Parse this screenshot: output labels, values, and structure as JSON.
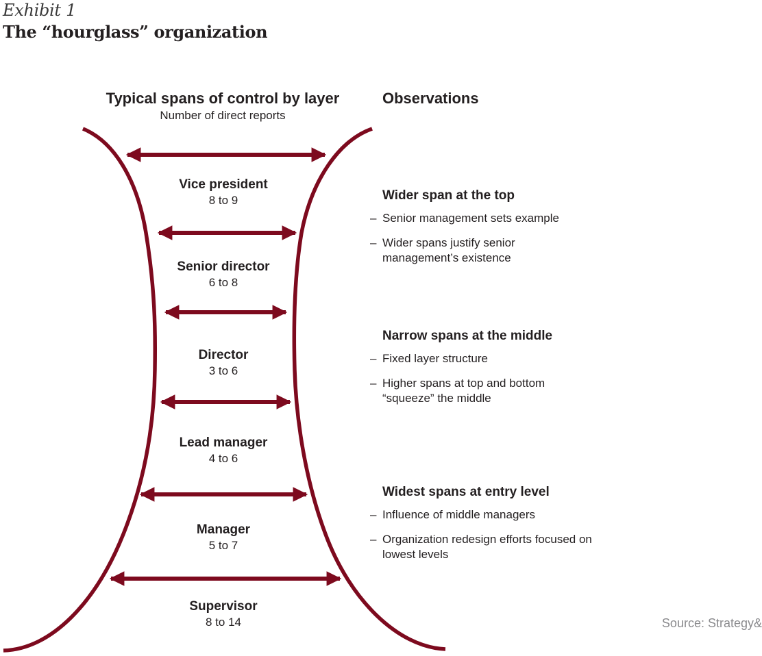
{
  "header": {
    "exhibit_label": "Exhibit 1",
    "title": "The “hourglass” organization"
  },
  "left_column": {
    "title": "Typical spans of control by layer",
    "subtitle": "Number of direct reports"
  },
  "right_column": {
    "title": "Observations"
  },
  "colors": {
    "accent": "#7d0a1e",
    "text": "#231f20",
    "source_text": "#8a8a8d"
  },
  "layers": [
    {
      "name": "Vice president",
      "span": "8 to 9"
    },
    {
      "name": "Senior director",
      "span": "6 to 8"
    },
    {
      "name": "Director",
      "span": "3 to 6"
    },
    {
      "name": "Lead manager",
      "span": "4 to 6"
    },
    {
      "name": "Manager",
      "span": "5 to 7"
    },
    {
      "name": "Supervisor",
      "span": "8 to 14"
    }
  ],
  "observations": [
    {
      "title": "Wider span at the top",
      "items": [
        "Senior management sets example",
        "Wider spans justify senior management’s existence"
      ]
    },
    {
      "title": "Narrow spans at the middle",
      "items": [
        "Fixed layer structure",
        "Higher spans at top and bottom “squeeze” the middle"
      ]
    },
    {
      "title": "Widest spans at entry level",
      "items": [
        "Influence of middle managers",
        "Organization redesign efforts focused on lowest levels"
      ]
    }
  ],
  "bullet_dash": "–",
  "source": "Source: Strategy&",
  "chart_data": {
    "type": "diagram",
    "title": "The “hourglass” organization",
    "subtitle": "Typical spans of control by layer — Number of direct reports",
    "layers": [
      {
        "layer": "Vice president",
        "min": 8,
        "max": 9
      },
      {
        "layer": "Senior director",
        "min": 6,
        "max": 8
      },
      {
        "layer": "Director",
        "min": 3,
        "max": 6
      },
      {
        "layer": "Lead manager",
        "min": 4,
        "max": 6
      },
      {
        "layer": "Manager",
        "min": 5,
        "max": 7
      },
      {
        "layer": "Supervisor",
        "min": 8,
        "max": 14
      }
    ]
  }
}
